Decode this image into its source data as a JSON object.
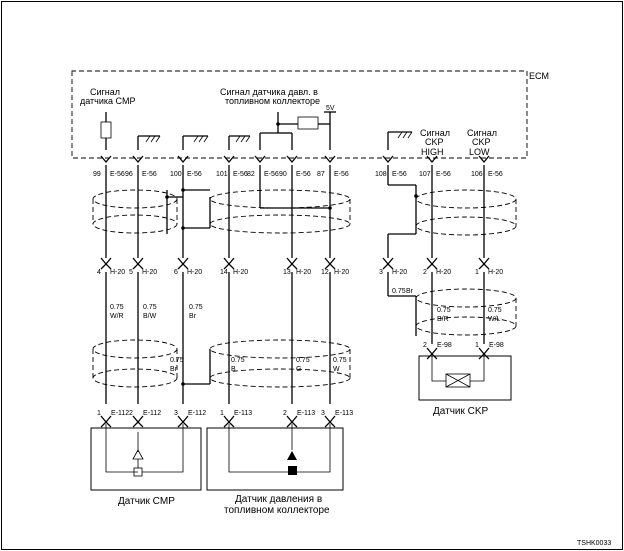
{
  "ecm": {
    "name": "ECM",
    "labels": {
      "cmp_signal": [
        "Сигнал",
        "датчика CMP"
      ],
      "rail_pressure_signal": [
        "Сигнал датчика давл. в",
        "топливном коллекторе"
      ],
      "ckp_high": [
        "Сигнал",
        "CKP",
        "HIGH"
      ],
      "ckp_low": [
        "Сигнал",
        "CKP",
        "LOW"
      ],
      "supply": "5V"
    }
  },
  "ecm_pins": [
    {
      "pin": "99",
      "conn": "E-56"
    },
    {
      "pin": "96",
      "conn": "E-56"
    },
    {
      "pin": "100",
      "conn": "E-56"
    },
    {
      "pin": "101",
      "conn": "E-56"
    },
    {
      "pin": "82",
      "conn": "E-56"
    },
    {
      "pin": "90",
      "conn": "E-56"
    },
    {
      "pin": "87",
      "conn": "E-56"
    },
    {
      "pin": "108",
      "conn": "E-56"
    },
    {
      "pin": "107",
      "conn": "E-56"
    },
    {
      "pin": "106",
      "conn": "E-56"
    }
  ],
  "h20_pins": [
    {
      "pin": "4",
      "conn": "H-20"
    },
    {
      "pin": "5",
      "conn": "H-20"
    },
    {
      "pin": "6",
      "conn": "H-20"
    },
    {
      "pin": "14",
      "conn": "H-20"
    },
    {
      "pin": "13",
      "conn": "H-20"
    },
    {
      "pin": "12",
      "conn": "H-20"
    },
    {
      "pin": "3",
      "conn": "H-20"
    },
    {
      "pin": "2",
      "conn": "H-20"
    },
    {
      "pin": "1",
      "conn": "H-20"
    }
  ],
  "wires_upper": [
    {
      "gauge": "0.75",
      "color": "W/R"
    },
    {
      "gauge": "0.75",
      "color": "B/W"
    },
    {
      "gauge": "0.75",
      "color": "Br"
    },
    {
      "gauge": "0.75",
      "color": "Br"
    },
    {
      "gauge": "0.75",
      "color": "B/R"
    },
    {
      "gauge": "0.75",
      "color": "W/L"
    }
  ],
  "wires_lower": [
    {
      "gauge": "0.75",
      "color": "Br"
    },
    {
      "gauge": "0.75",
      "color": "B"
    },
    {
      "gauge": "0.75",
      "color": "G"
    },
    {
      "gauge": "0.75",
      "color": "W"
    }
  ],
  "sensor_pins": [
    {
      "pin": "1",
      "conn": "E-112"
    },
    {
      "pin": "2",
      "conn": "E-112"
    },
    {
      "pin": "3",
      "conn": "E-112"
    },
    {
      "pin": "1",
      "conn": "E-113"
    },
    {
      "pin": "2",
      "conn": "E-113"
    },
    {
      "pin": "3",
      "conn": "E-113"
    },
    {
      "pin": "2",
      "conn": "E-98"
    },
    {
      "pin": "1",
      "conn": "E-98"
    }
  ],
  "components": {
    "cmp_sensor": "Датчик CMP",
    "rail_pressure_sensor": [
      "Датчик давления в",
      "топливном коллекторе"
    ],
    "ckp_sensor": "Датчик CKP"
  },
  "doc_code": "TSHK0033"
}
